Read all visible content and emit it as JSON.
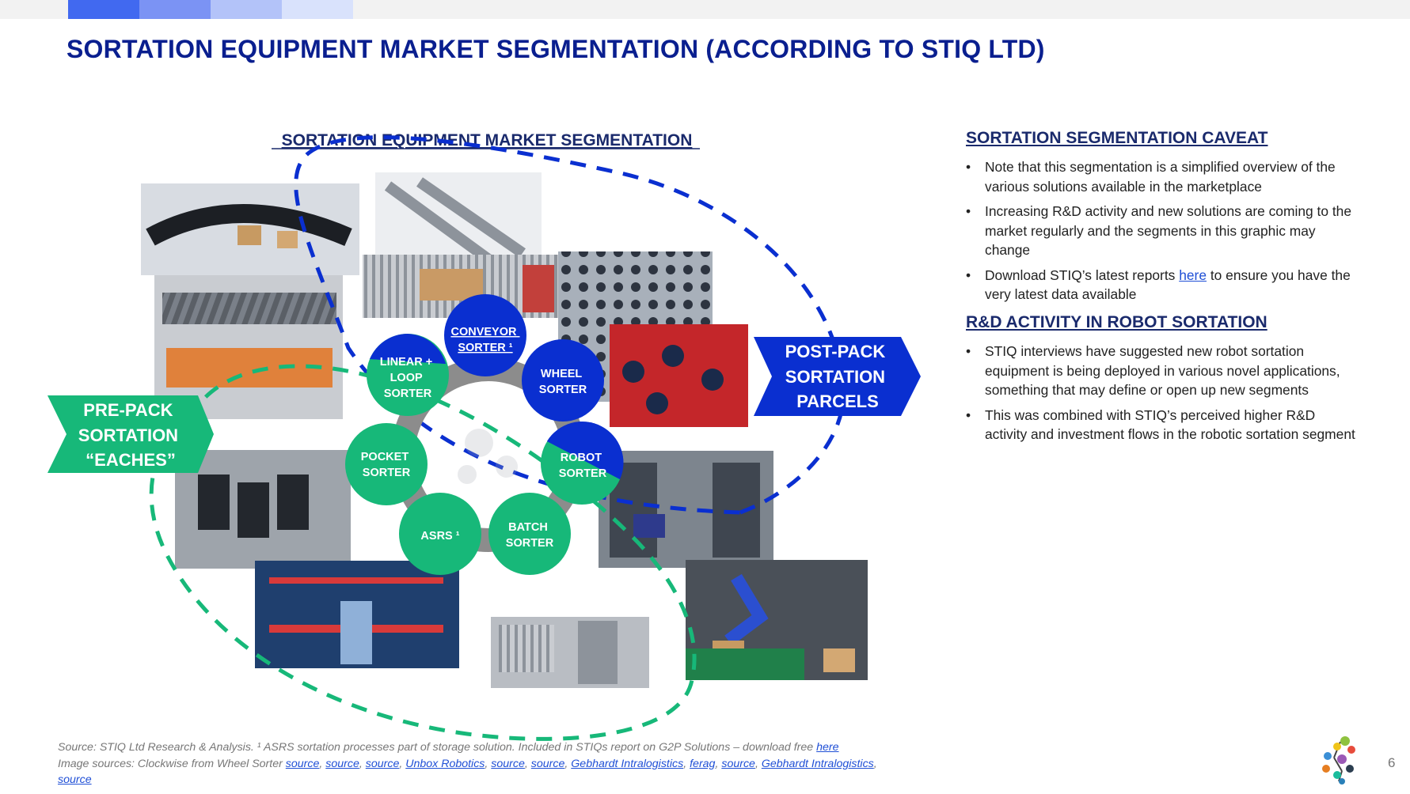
{
  "header": {
    "title": "SORTATION EQUIPMENT MARKET SEGMENTATION (ACCORDING TO STIQ LTD)",
    "bar_colors": [
      "#4169f0",
      "#7b93f4",
      "#b3c3f9",
      "#d9e2fc"
    ]
  },
  "diagram": {
    "title": "SORTATION EQUIPMENT MARKET SEGMENTATION",
    "pre_pack": {
      "lines": [
        "PRE-PACK",
        "SORTATION",
        "“EACHES”"
      ],
      "color": "#17b879"
    },
    "post_pack": {
      "lines": [
        "POST-PACK",
        "SORTATION",
        "PARCELS"
      ],
      "color": "#0a2fd0"
    },
    "nodes": {
      "conveyor": [
        "CONVEYOR",
        "SORTER ¹"
      ],
      "wheel": [
        "WHEEL",
        "SORTER"
      ],
      "robot": [
        "ROBOT",
        "SORTER"
      ],
      "batch": [
        "BATCH",
        "SORTER"
      ],
      "asrs": [
        "ASRS ¹"
      ],
      "pocket": [
        "POCKET",
        "SORTER"
      ],
      "linear": [
        "LINEAR +",
        "LOOP",
        "SORTER"
      ]
    },
    "colors": {
      "green": "#17b879",
      "blue": "#0a2fd0",
      "ring": "#8c8c8c"
    }
  },
  "caveat": {
    "heading": "SORTATION SEGMENTATION CAVEAT",
    "b1": "Note that this segmentation is a simplified overview of the various solutions available in the marketplace",
    "b2": "Increasing R&D activity and new solutions are coming to the market regularly and the segments in this graphic may change",
    "b3_pre": "Download STIQ’s latest reports ",
    "b3_link": "here",
    "b3_post": " to ensure you have the very latest data available"
  },
  "rnd": {
    "heading": "R&D ACTIVITY IN ROBOT SORTATION",
    "b1": "STIQ interviews have suggested new robot sortation equipment is being deployed in various novel applications, something that may define or open up new segments",
    "b2": "This was combined with STIQ’s perceived higher R&D activity and investment flows in the robotic sortation segment"
  },
  "footer": {
    "line1": "Source: STIQ Ltd Research & Analysis. ¹ ASRS sortation processes part of storage solution. Included in STIQs report on G2P Solutions – download free ",
    "line1_link": "here",
    "line2": "Image sources: Clockwise from Wheel Sorter ",
    "links": [
      "source",
      "source",
      "source",
      "Unbox Robotics",
      "source",
      "source",
      "Gebhardt Intralogistics",
      "ferag",
      "source",
      "Gebhardt Intralogistics",
      "source"
    ]
  },
  "page_number": "6"
}
